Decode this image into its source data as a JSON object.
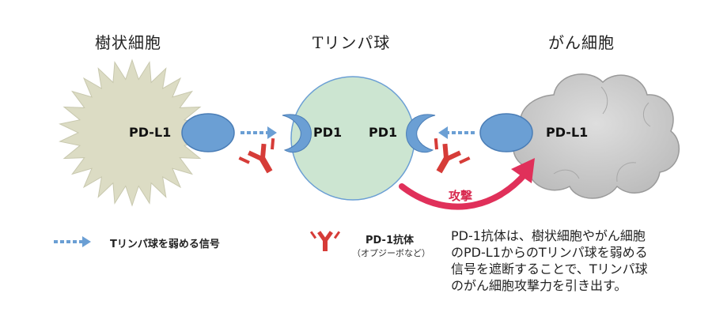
{
  "titles": {
    "dendritic_cell": "樹状細胞",
    "t_cell": "Tリンパ球",
    "cancer_cell": "がん細胞"
  },
  "labels": {
    "pdl1_left": "PD-L1",
    "pd1_left": "PD1",
    "pd1_right": "PD1",
    "pdl1_right": "PD-L1",
    "attack": "攻撃"
  },
  "legend": {
    "signal": "Tリンパ球を弱める信号",
    "antibody": "PD-1抗体",
    "antibody_note": "（オプジーボなど）"
  },
  "description": {
    "lines": [
      "PD-1抗体は、樹状細胞やがん細胞",
      "のPD-L1からのTリンパ球を弱める",
      "信号を遮断することで、Tリンパ球",
      "のがん細胞攻撃力を引き出す。"
    ]
  },
  "colors": {
    "dendritic_fill": "#dcdcc4",
    "t_cell_fill": "#cce5d1",
    "cancer_fill": "#d0d0d0",
    "receptor_blue": "#6b9fd4",
    "antibody_red": "#d63c38",
    "attack_pink": "#e0305a"
  }
}
